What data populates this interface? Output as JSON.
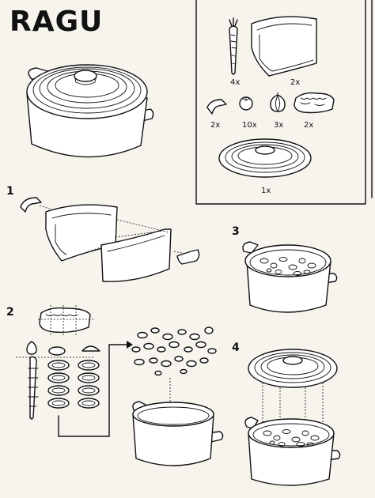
{
  "title": "RAGU",
  "steps": [
    "1",
    "2",
    "3",
    "4"
  ],
  "parts": [
    {
      "icon": "carrot-icon",
      "qty": "4x"
    },
    {
      "icon": "pot-half-icon",
      "qty": "2x"
    },
    {
      "icon": "handle-icon",
      "qty": "2x"
    },
    {
      "icon": "tomato-icon",
      "qty": "10x"
    },
    {
      "icon": "onion-icon",
      "qty": "3x"
    },
    {
      "icon": "meat-icon",
      "qty": "2x"
    },
    {
      "icon": "lid-icon",
      "qty": "1x"
    }
  ]
}
